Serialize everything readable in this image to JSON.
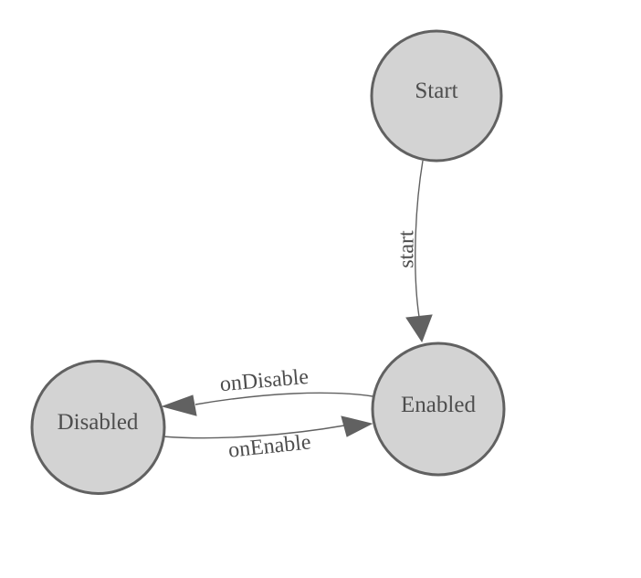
{
  "diagram": {
    "type": "state-machine",
    "background_color": "#ffffff",
    "node_fill_color": "#d3d3d3",
    "node_border_color": "#616161",
    "edge_color": "#616161",
    "label_color": "#4d4d4d",
    "nodes": [
      {
        "id": "start",
        "label": "Start"
      },
      {
        "id": "enabled",
        "label": "Enabled"
      },
      {
        "id": "disabled",
        "label": "Disabled"
      }
    ],
    "edges": [
      {
        "from": "Start",
        "to": "Enabled",
        "label": "start"
      },
      {
        "from": "Enabled",
        "to": "Disabled",
        "label": "onDisable"
      },
      {
        "from": "Disabled",
        "to": "Enabled",
        "label": "onEnable"
      }
    ]
  }
}
